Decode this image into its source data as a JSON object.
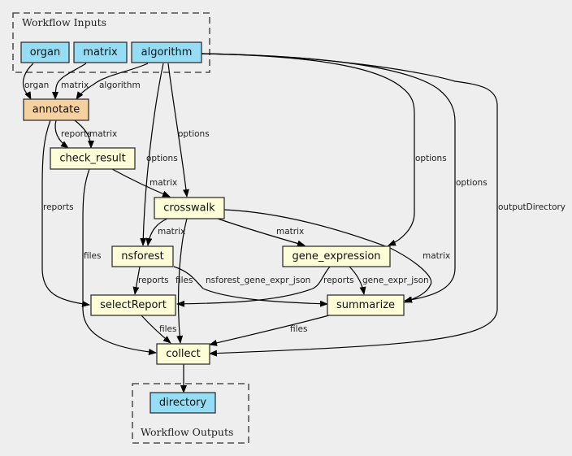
{
  "clusters": {
    "inputs": {
      "label": "Workflow Inputs"
    },
    "outputs": {
      "label": "Workflow Outputs"
    }
  },
  "nodes": {
    "organ": "organ",
    "matrix": "matrix",
    "algorithm": "algorithm",
    "annotate": "annotate",
    "check_result": "check_result",
    "crosswalk": "crosswalk",
    "nsforest": "nsforest",
    "gene_expression": "gene_expression",
    "selectReport": "selectReport",
    "summarize": "summarize",
    "collect": "collect",
    "directory": "directory"
  },
  "edges": [
    {
      "from": "organ",
      "to": "annotate",
      "label": "organ"
    },
    {
      "from": "matrix",
      "to": "annotate",
      "label": "matrix"
    },
    {
      "from": "algorithm",
      "to": "annotate",
      "label": "algorithm"
    },
    {
      "from": "annotate",
      "to": "check_result",
      "label": "reports"
    },
    {
      "from": "annotate",
      "to": "check_result",
      "label": "matrix"
    },
    {
      "from": "annotate",
      "to": "selectReport",
      "label": "reports"
    },
    {
      "from": "algorithm",
      "to": "nsforest",
      "label": "options"
    },
    {
      "from": "algorithm",
      "to": "crosswalk",
      "label": "options"
    },
    {
      "from": "algorithm",
      "to": "gene_expression",
      "label": "options"
    },
    {
      "from": "algorithm",
      "to": "summarize",
      "label": "options"
    },
    {
      "from": "algorithm",
      "to": "collect",
      "label": "outputDirectory"
    },
    {
      "from": "check_result",
      "to": "crosswalk",
      "label": "matrix"
    },
    {
      "from": "check_result",
      "to": "collect",
      "label": "files"
    },
    {
      "from": "crosswalk",
      "to": "nsforest",
      "label": "matrix"
    },
    {
      "from": "crosswalk",
      "to": "gene_expression",
      "label": "matrix"
    },
    {
      "from": "crosswalk",
      "to": "summarize",
      "label": "matrix"
    },
    {
      "from": "crosswalk",
      "to": "collect",
      "label": "files"
    },
    {
      "from": "nsforest",
      "to": "selectReport",
      "label": "reports"
    },
    {
      "from": "nsforest",
      "to": "summarize",
      "label": "nsforest_gene_expr_json"
    },
    {
      "from": "gene_expression",
      "to": "selectReport",
      "label": "reports"
    },
    {
      "from": "gene_expression",
      "to": "summarize",
      "label": "gene_expr_json"
    },
    {
      "from": "selectReport",
      "to": "collect",
      "label": "files"
    },
    {
      "from": "summarize",
      "to": "collect",
      "label": "files"
    },
    {
      "from": "collect",
      "to": "directory",
      "label": ""
    }
  ]
}
